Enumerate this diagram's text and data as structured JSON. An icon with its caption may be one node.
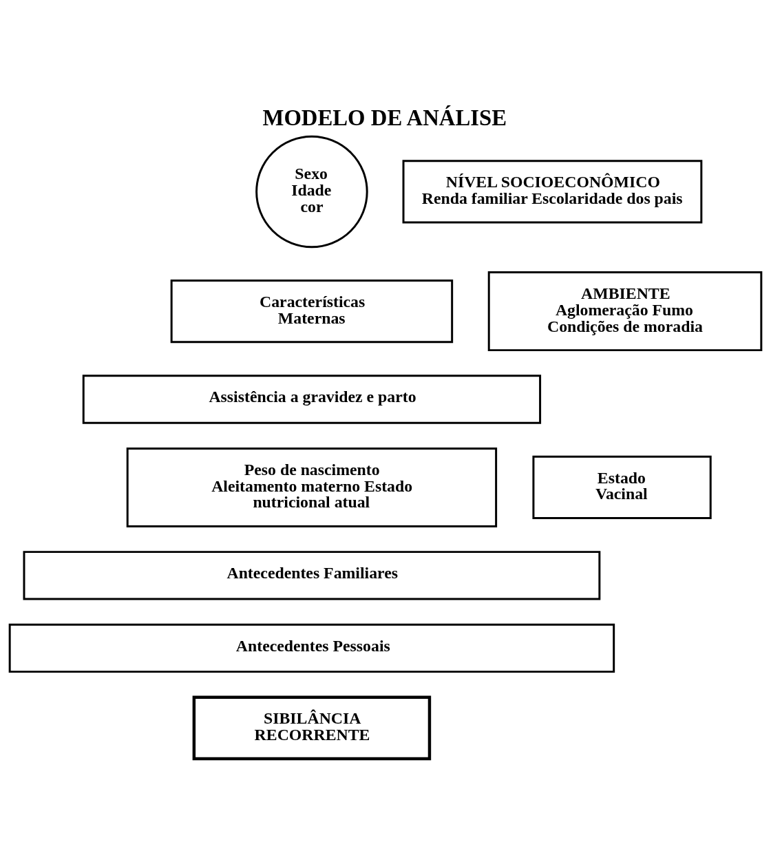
{
  "diagram": {
    "title": "MODELO DE ANÁLISE",
    "nodes": [
      {
        "text": [
          "Sexo Idade cor"
        ]
      },
      {
        "text": [
          "NÍVEL SOCIOECONÔMICO",
          "Renda familiar Escolaridade dos pais"
        ]
      },
      {
        "text": [
          "Características Maternas"
        ]
      },
      {
        "text": [
          "AMBIENTE",
          "Aglomeração Fumo Condições de moradia"
        ]
      },
      {
        "text": [
          "Assistência a gravidez e parto"
        ]
      },
      {
        "text": [
          "Peso de nascimento",
          "Aleitamento materno Estado nutricional atual"
        ]
      },
      {
        "text": [
          "Estado Vacinal"
        ]
      },
      {
        "text": [
          "Antecedentes Familiares"
        ]
      },
      {
        "text": [
          "Antecedentes Pessoais"
        ]
      },
      {
        "text": [
          "SIBILÂNCIA RECORRENTE"
        ]
      }
    ]
  }
}
